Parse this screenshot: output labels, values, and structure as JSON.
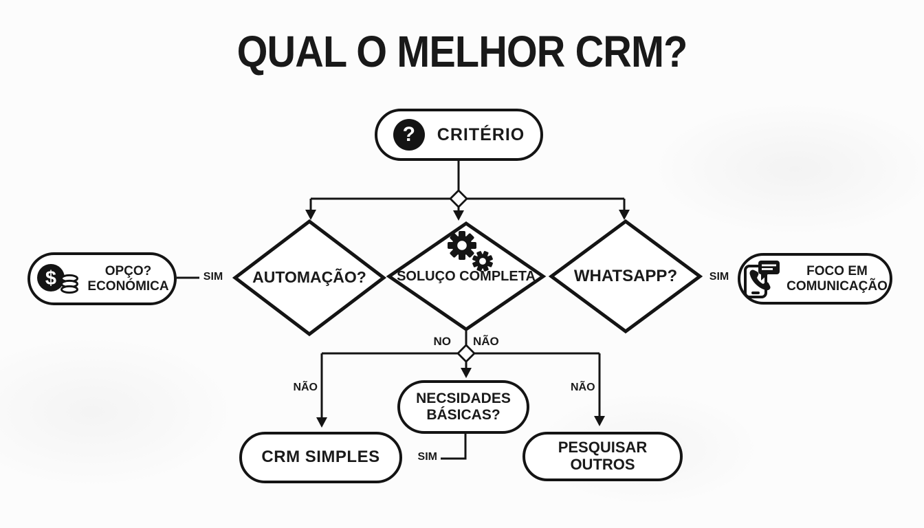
{
  "title": "QUAL O MELHOR CRM?",
  "nodes": {
    "criterio": {
      "label": "CRITÉRIO"
    },
    "automacao": {
      "label": "AUTOMAÇÃO?"
    },
    "solucao": {
      "label": "SOLUÇO COMPLETA"
    },
    "whatsapp": {
      "label": "WHATSAPP?"
    },
    "opcao_economica": {
      "line1": "OPÇO?",
      "line2": "ECONÓMICA"
    },
    "foco_comunicacao": {
      "line1": "FOCO EM",
      "line2": "COMUNICAÇÃO"
    },
    "necessidades_basicas": {
      "line1": "NECSIDADES",
      "line2": "BÁSICAS?"
    },
    "crm_simples": {
      "label": "CRM SIMPLES"
    },
    "pesquisar_outros": {
      "label": "PESQUISAR OUTROS"
    }
  },
  "edge_labels": {
    "sim_left": "SIM",
    "sim_right": "SIM",
    "no_center": "NO",
    "nao_center": "NÃO",
    "nao_left": "NÃO",
    "nao_right": "NÃO",
    "sim_bottom": "SIM"
  },
  "glyphs": {
    "question": "?",
    "dollar": "$"
  },
  "icons": {
    "criterio": "question-mark-icon",
    "solucao": "gears-icon",
    "opcao_economica": "money-coins-icon",
    "foco_comunicacao": "phone-chat-icon"
  },
  "colors": {
    "background": "#fcfcfc",
    "line": "#141414",
    "node_fill": "#ffffff",
    "text": "#1a1a1a"
  }
}
